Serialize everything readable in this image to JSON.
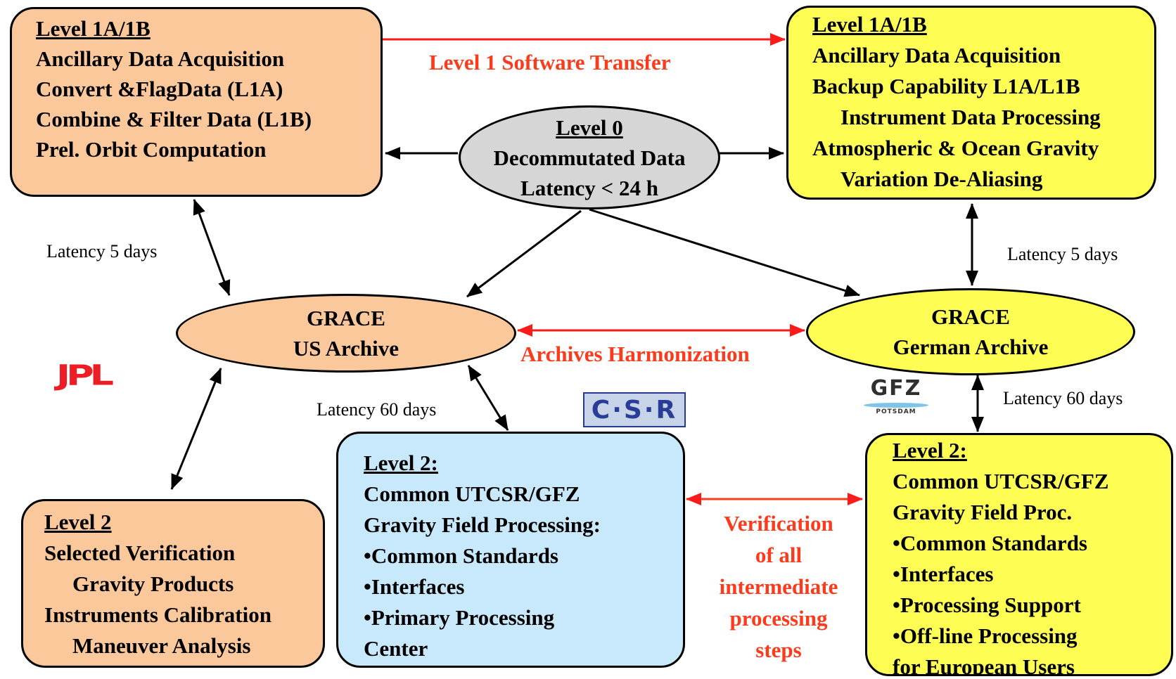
{
  "boxes": {
    "l1_left": {
      "title": "Level 1A/1B",
      "lines": [
        "Ancillary Data Acquisition",
        "Convert &FlagData  (L1A)",
        "Combine & Filter Data (L1B)",
        "Prel. Orbit Computation"
      ]
    },
    "l1_right": {
      "title": "Level 1A/1B",
      "lines": [
        "Ancillary Data Acquisition",
        "Backup Capability L1A/L1B",
        "Instrument Data Processing",
        "Atmospheric & Ocean Gravity",
        "Variation De-Aliasing"
      ]
    },
    "l2_left": {
      "title": "Level 2",
      "lines": [
        "Selected Verification",
        "Gravity Products",
        "Instruments Calibration",
        "Maneuver Analysis"
      ]
    },
    "l2_center": {
      "title": "Level 2:",
      "lines": [
        "Common UTCSR/GFZ",
        "Gravity Field Processing:"
      ],
      "bullets": [
        "Common Standards",
        "Interfaces",
        "Primary Processing",
        "Center"
      ]
    },
    "l2_right": {
      "title": "Level 2:",
      "lines": [
        "Common UTCSR/GFZ",
        "Gravity Field Proc."
      ],
      "bullets": [
        "Common Standards",
        "Interfaces",
        "Processing Support",
        "Off-line Processing",
        "for European Users"
      ]
    }
  },
  "ellipses": {
    "level0": {
      "title": "Level 0",
      "lines": [
        "Decommutated Data",
        "Latency < 24 h"
      ]
    },
    "us_archive": {
      "lines": [
        "GRACE",
        "US Archive"
      ]
    },
    "german_archive": {
      "lines": [
        "GRACE",
        "German Archive"
      ]
    }
  },
  "labels": {
    "software_transfer": "Level 1 Software Transfer",
    "archives_harmonization": "Archives Harmonization",
    "verification": [
      "Verification",
      "of all",
      "intermediate",
      "processing",
      "steps"
    ],
    "latency_left_top": "Latency 5 days",
    "latency_right_top": "Latency 5 days",
    "latency_center": "Latency 60 days",
    "latency_right_bottom": "Latency 60 days"
  },
  "logos": {
    "jpl": "JPL",
    "csr": "C·S·R",
    "gfz": "GFZ",
    "gfz_sub": "POTSDAM"
  },
  "bullet_glyph": "•",
  "colors": {
    "orange_fill": "#fbc89b",
    "yellow_fill": "#fdfd54",
    "blue_fill": "#c8e8fc",
    "gray_fill": "#d6d6d6",
    "red_accent": "#fb3b1b",
    "jpl_red": "#ee1c24"
  }
}
